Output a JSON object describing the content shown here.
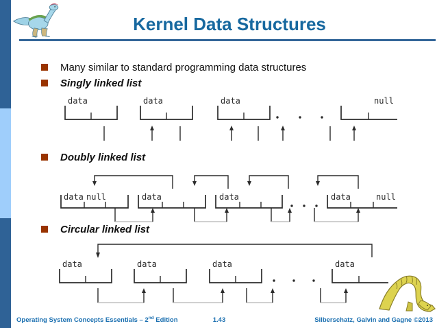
{
  "slide_title": "Kernel Data Structures",
  "bullets": {
    "b1": "Many similar to standard programming data structures",
    "b2": "Singly linked list",
    "b3": "Doubly linked list",
    "b4": "Circular linked list"
  },
  "diagrams": {
    "singly": {
      "labels": [
        "data",
        "data",
        "data",
        "null"
      ]
    },
    "doubly": {
      "labels": [
        "data",
        "null",
        "data",
        "data",
        "data",
        "null"
      ]
    },
    "circular": {
      "labels": [
        "data",
        "data",
        "data",
        "data"
      ]
    }
  },
  "footer": {
    "book": "Operating System Concepts Essentials – 2",
    "book_sup": "nd",
    "book_after": " Edition",
    "page": "1.43",
    "authors": "Silberschatz, Galvin and Gagne ©2013"
  },
  "colors": {
    "title_blue": "#17689F",
    "footer_blue": "#1A6FB0",
    "accent_bar_dark": "#2F6296",
    "accent_bar_light": "#9FCEFB",
    "bullet_red": "#993300"
  }
}
